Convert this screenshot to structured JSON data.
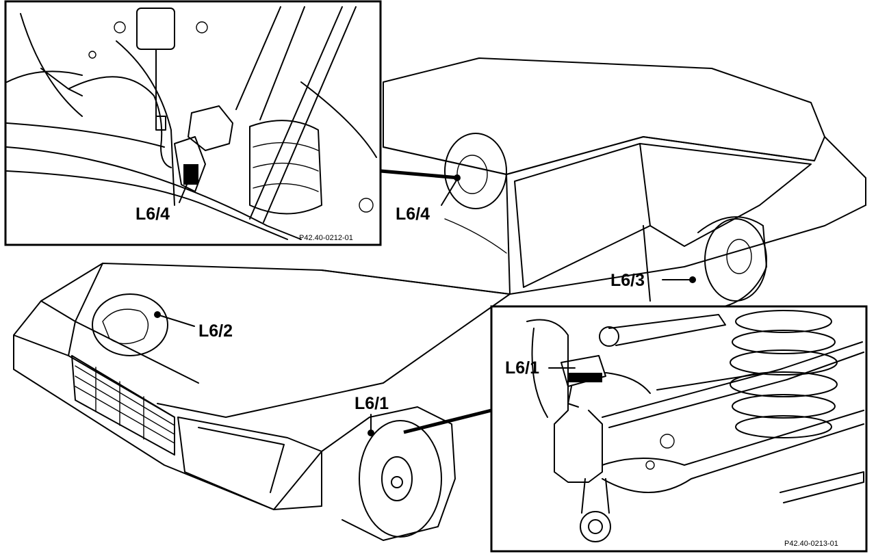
{
  "callouts": {
    "rear_left": "L6/4",
    "rear_right": "L6/3",
    "front_left": "L6/2",
    "front_right": "L6/1"
  },
  "inset_top": {
    "label": "L6/4",
    "code": "P42.40-0212-01"
  },
  "inset_bottom": {
    "label": "L6/1",
    "code": "P42.40-0213-01"
  }
}
